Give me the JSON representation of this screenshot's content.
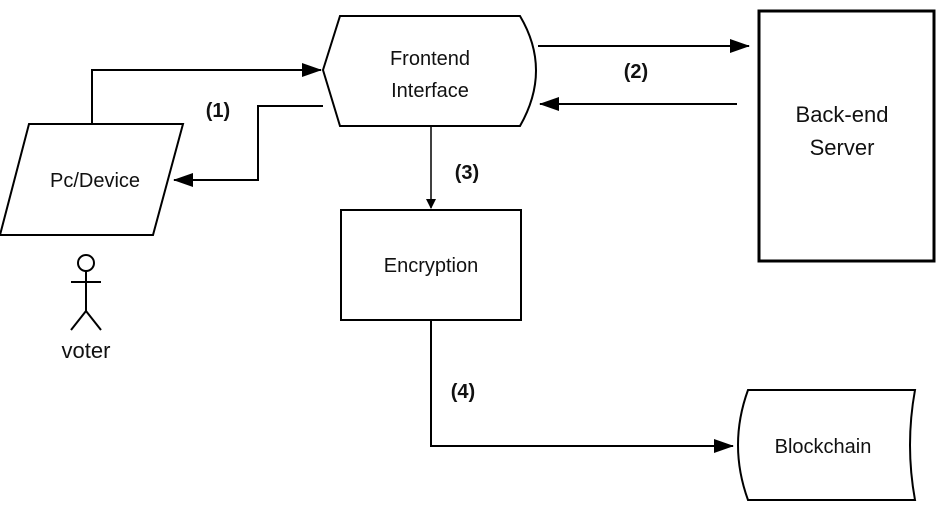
{
  "nodes": {
    "frontend": {
      "line1": "Frontend",
      "line2": "Interface"
    },
    "device": {
      "label": "Pc/Device"
    },
    "backend": {
      "line1": "Back-end",
      "line2": "Server"
    },
    "encryption": {
      "label": "Encryption"
    },
    "blockchain": {
      "label": "Blockchain"
    },
    "voter": {
      "label": "voter"
    }
  },
  "steps": {
    "s1": "(1)",
    "s2": "(2)",
    "s3": "(3)",
    "s4": "(4)"
  },
  "colors": {
    "stroke": "#000000",
    "text": "#111111",
    "background": "#ffffff"
  }
}
